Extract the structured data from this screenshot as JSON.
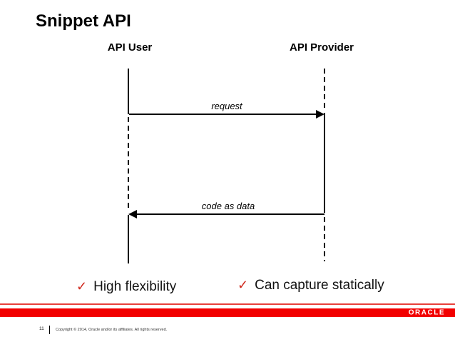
{
  "slide": {
    "title": "Snippet API",
    "bullets": [
      {
        "check": "✓",
        "label": "High flexibility"
      },
      {
        "check": "✓",
        "label": "Can capture statically"
      }
    ],
    "footer": {
      "page_number": "11",
      "copyright": "Copyright © 2014, Oracle and/or its affiliates. All rights reserved.",
      "logo_text": "ORACLE"
    },
    "colors": {
      "brand_red": "#f20000",
      "divider_red": "#e8403a",
      "check_red": "#d02b20",
      "diagram_black": "#000000"
    }
  },
  "diagram": {
    "type": "sequence",
    "left_actor": "API User",
    "right_actor": "API Provider",
    "messages": [
      {
        "label": "request",
        "from": "API User",
        "to": "API Provider",
        "direction": "right"
      },
      {
        "label": "code as data",
        "from": "API Provider",
        "to": "API User",
        "direction": "left"
      }
    ]
  }
}
